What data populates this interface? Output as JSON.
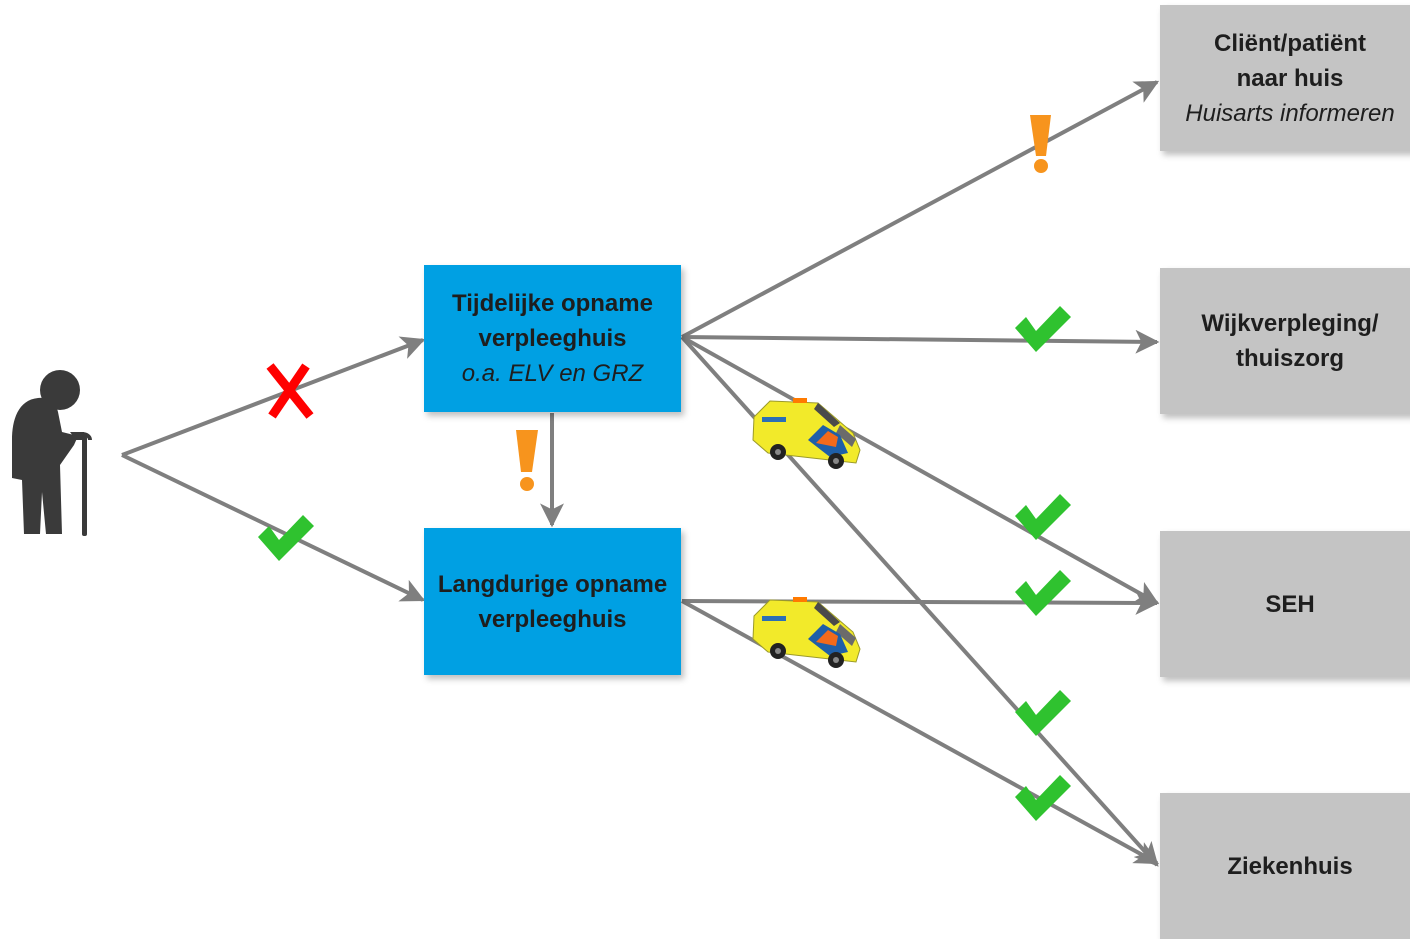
{
  "nodes": {
    "temporary": {
      "line1": "Tijdelijke opname",
      "line2": "verpleeghuis",
      "line3": "o.a. ELV en GRZ"
    },
    "longterm": {
      "line1": "Langdurige opname",
      "line2": "verpleeghuis"
    },
    "home": {
      "line1": "Cliënt/patiënt",
      "line2": "naar huis",
      "line3": "Huisarts informeren"
    },
    "district_nursing": {
      "line1": "Wijkverpleging/",
      "line2": "thuiszorg"
    },
    "emergency": {
      "label": "SEH"
    },
    "hospital": {
      "label": "Ziekenhuis"
    }
  },
  "colors": {
    "box_blue": "#00a0e3",
    "box_grey": "#c4c4c4",
    "arrow": "#7f7f7f",
    "check": "#2fc22f",
    "cross": "#ff0000",
    "warning": "#f7941d"
  },
  "markers": {
    "check_icon": "check-mark",
    "cross_icon": "red-cross",
    "warning_icon": "exclamation-mark",
    "vehicle_icon": "ambulance",
    "person_icon": "elderly-person-with-cane"
  }
}
